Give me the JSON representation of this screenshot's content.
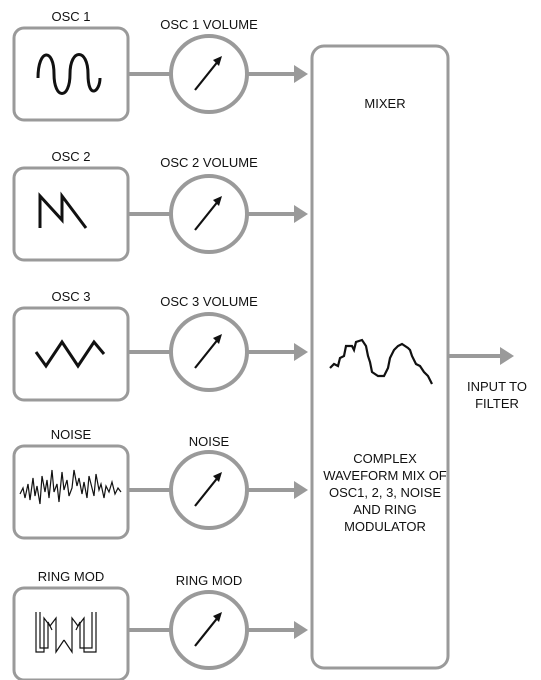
{
  "sources": [
    {
      "id": "osc1",
      "label": "OSC 1",
      "knob_label": "OSC 1 VOLUME",
      "icon": "sine-wave-icon"
    },
    {
      "id": "osc2",
      "label": "OSC 2",
      "knob_label": "OSC 2 VOLUME",
      "icon": "sawtooth-wave-icon"
    },
    {
      "id": "osc3",
      "label": "OSC 3",
      "knob_label": "OSC 3 VOLUME",
      "icon": "triangle-wave-icon"
    },
    {
      "id": "noise",
      "label": "NOISE",
      "knob_label": "NOISE",
      "icon": "noise-wave-icon"
    },
    {
      "id": "ring",
      "label": "RING MOD",
      "knob_label": "RING MOD",
      "icon": "ring-mod-wave-icon"
    }
  ],
  "mixer": {
    "title": "MIXER",
    "description": "COMPLEX WAVEFORM MIX OF OSC1, 2, 3, NOISE AND RING MODULATOR",
    "icon": "complex-waveform-icon"
  },
  "output": {
    "label": "INPUT TO FILTER"
  },
  "colors": {
    "stroke": "#9a9a9a",
    "ink": "#111111",
    "background": "#ffffff"
  }
}
